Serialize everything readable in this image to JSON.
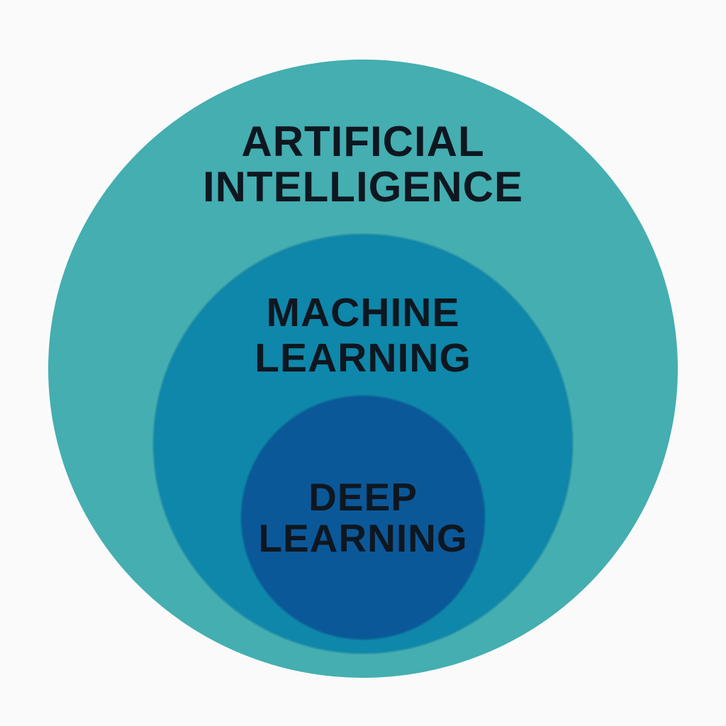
{
  "colors": {
    "background": "#fafafa",
    "artificial_intelligence": "#44aeb1",
    "machine_learning": "#0e87aa",
    "deep_learning": "#0b5899",
    "text": "#0e1720"
  },
  "layers": {
    "artificial_intelligence": {
      "line1": "ARTIFICIAL",
      "line2": "INTELLIGENCE"
    },
    "machine_learning": {
      "line1": "MACHINE",
      "line2": "LEARNING"
    },
    "deep_learning": {
      "line1": "DEEP",
      "line2": "LEARNING"
    }
  }
}
